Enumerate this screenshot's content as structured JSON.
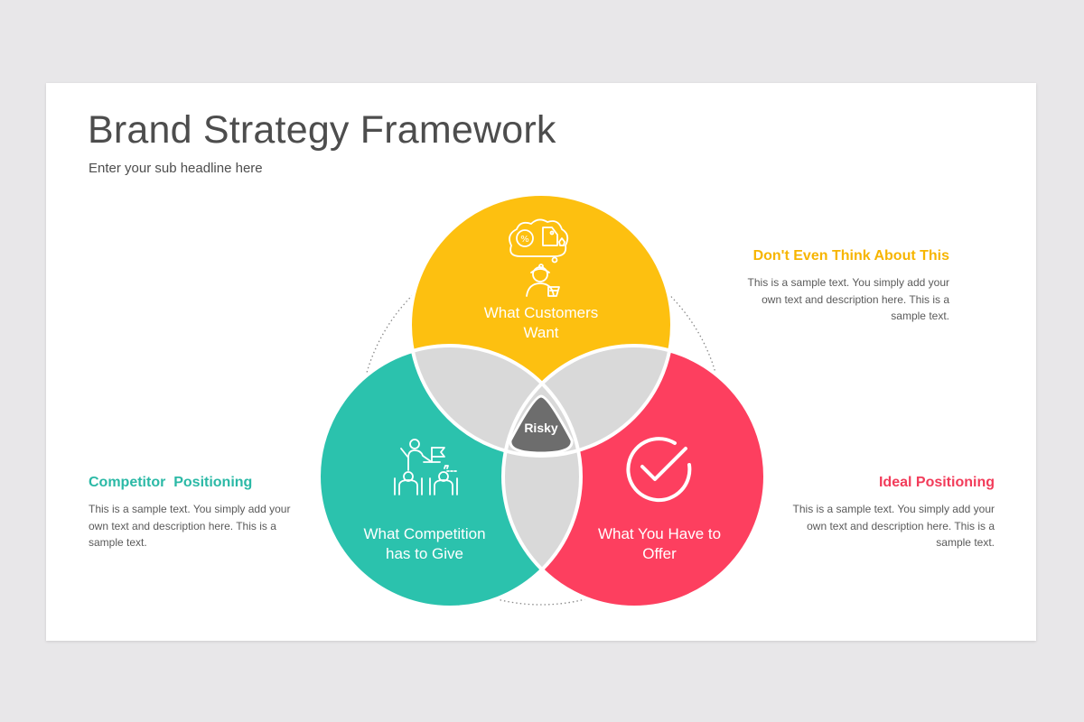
{
  "slide": {
    "title": "Brand Strategy Framework",
    "subtitle": "Enter your sub headline here"
  },
  "diagram": {
    "center_label": "Risky",
    "circles": [
      {
        "id": "customers",
        "line1": "What Customers",
        "line2": "Want",
        "color": "#fdc010",
        "icon": "customer-thinking-icon"
      },
      {
        "id": "competition",
        "line1": "What Competition",
        "line2": "has to Give",
        "color": "#2bc2ad",
        "icon": "team-flag-icon"
      },
      {
        "id": "offer",
        "line1": "What You Have to",
        "line2": "Offer",
        "color": "#fd3f5f",
        "icon": "checkmark-circle-icon"
      }
    ],
    "overlap_color": "#d9d9d9",
    "center_color": "#6d6d6d"
  },
  "annotations": {
    "top": {
      "heading": "Don't Even Think About This",
      "color": "#f7b500",
      "text": "This is a sample text. You simply add your own text and description here. This is a sample text."
    },
    "left": {
      "heading": "Competitor  Positioning",
      "color": "#2bb9a6",
      "text": "This is a sample text. You simply add your own text and description here. This is a sample text."
    },
    "right": {
      "heading": "Ideal Positioning",
      "color": "#f23c5a",
      "text": "This is a sample text. You simply add your own text and description here. This is a sample text."
    }
  }
}
